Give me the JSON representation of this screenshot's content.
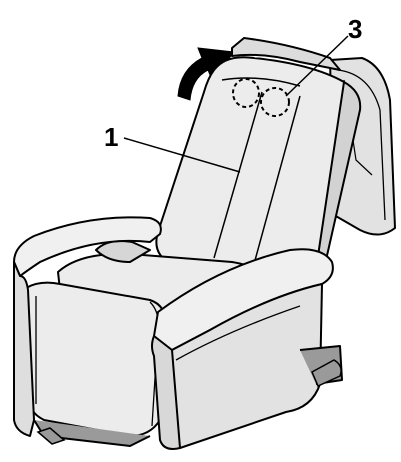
{
  "figure": {
    "callouts": [
      {
        "id": "1",
        "label": "1"
      },
      {
        "id": "3",
        "label": "3"
      }
    ],
    "colors": {
      "outline": "#000000",
      "fill": "#e6e6e6",
      "fill_light": "#f0f0f0",
      "shadow": "#9a9a9a"
    }
  }
}
